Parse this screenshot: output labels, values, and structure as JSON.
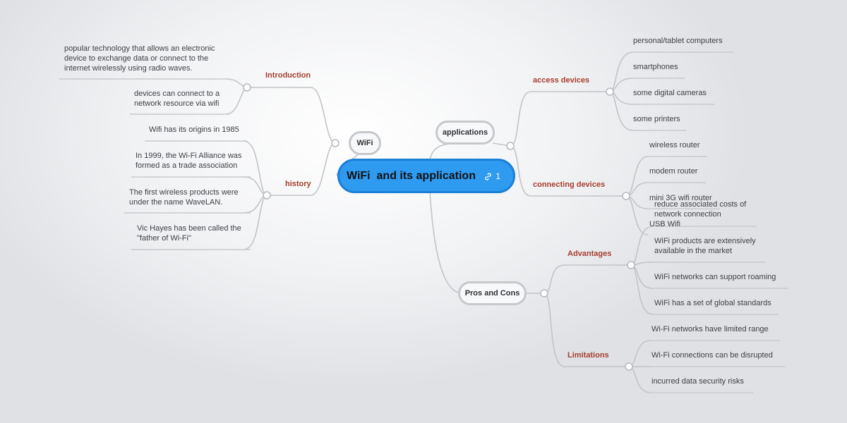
{
  "central": {
    "title": "WiFi  and its application",
    "link_count": "1"
  },
  "topics": {
    "wifi": "WiFi",
    "applications": "applications",
    "pros_cons": "Pros and Cons"
  },
  "subtopics": {
    "introduction": "Introduction",
    "history": "history",
    "access_devices": "access devices",
    "connecting_devices": "connecting devices",
    "advantages": "Advantages",
    "limitations": "Limitations"
  },
  "leaves": {
    "introduction": [
      "popular technology that allows an electronic device to exchange data or connect to the internet wirelessly using radio waves.",
      "devices can connect to a network resource via wifi"
    ],
    "history": [
      "Wifi  has its origins in 1985",
      "In 1999, the Wi-Fi Alliance was formed as a trade association",
      "The first wireless products were under the name WaveLAN.",
      "Vic Hayes has been called the \"father of Wi-Fi\""
    ],
    "access_devices": [
      "personal/tablet computers",
      "smartphones",
      "some digital cameras",
      "some printers"
    ],
    "connecting_devices": [
      "wireless router",
      "modem router",
      "mini 3G wifi router",
      "USB Wifi"
    ],
    "advantages": [
      "reduce associated costs of network connection",
      "WiFi products are extensively available in the market",
      "WiFi networks can support roaming",
      "WiFi has a set of global standards"
    ],
    "limitations": [
      "Wi-Fi networks have limited range",
      "Wi-Fi connections can be disrupted",
      "incurred data security risks"
    ]
  }
}
